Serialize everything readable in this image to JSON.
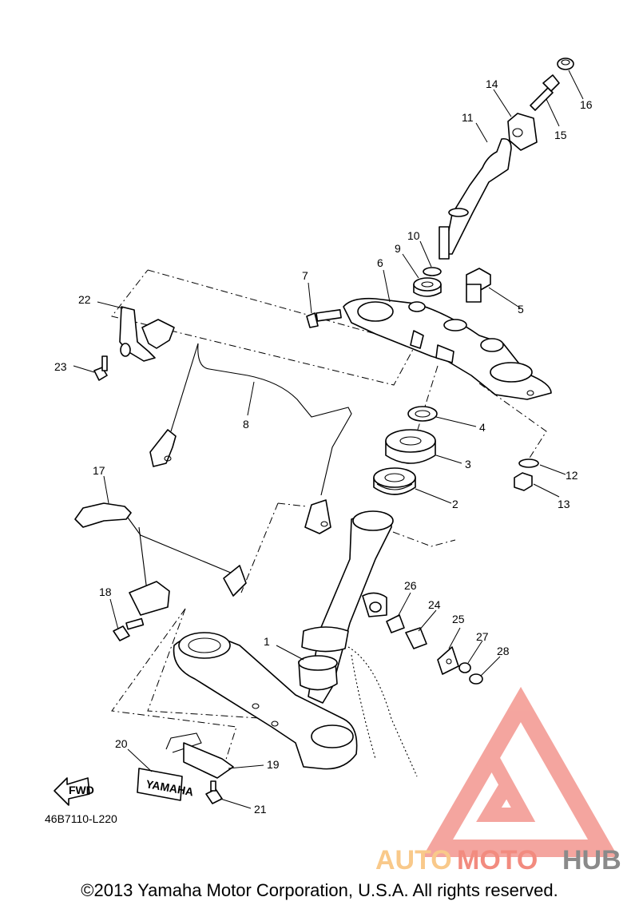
{
  "diagram_code": "46B7110-L220",
  "fwd_label": "FWD",
  "brand_tag": "YAMAHA",
  "copyright": "©2013 Yamaha Motor Corporation, U.S.A. All rights reserved.",
  "watermark": {
    "part1": "AUTO",
    "part2": "MOTO",
    "part3": "HUB",
    "color_auto": "#f9c98a",
    "color_moto": "#f28b7f",
    "color_hub": "#8a8a8a",
    "triangle_color": "#f4a19a"
  },
  "callouts": {
    "c1": "1",
    "c2": "2",
    "c3": "3",
    "c4": "4",
    "c5": "5",
    "c6": "6",
    "c7": "7",
    "c8": "8",
    "c9": "9",
    "c10": "10",
    "c11": "11",
    "c12": "12",
    "c13": "13",
    "c14": "14",
    "c15": "15",
    "c16": "16",
    "c17": "17",
    "c18": "18",
    "c19": "19",
    "c20": "20",
    "c21": "21",
    "c22": "22",
    "c23": "23",
    "c24": "24",
    "c25": "25",
    "c26": "26",
    "c27": "27",
    "c28": "28"
  }
}
